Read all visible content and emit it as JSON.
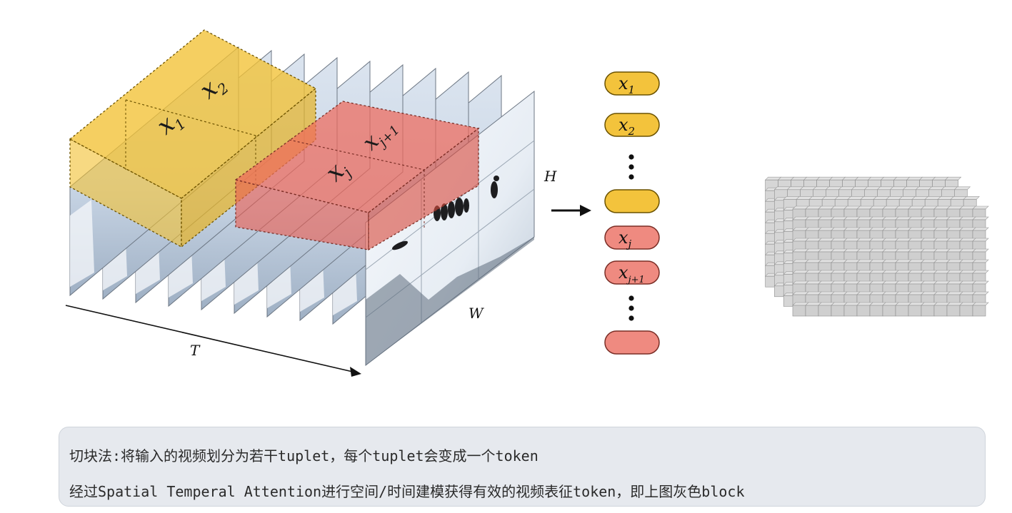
{
  "diagram": {
    "axis_labels": {
      "time": "T",
      "height": "H",
      "width": "W"
    },
    "tuplets": {
      "yellow": [
        {
          "base": "x",
          "sub": "1"
        },
        {
          "base": "x",
          "sub": "2"
        }
      ],
      "red": [
        {
          "base": "x",
          "sub": "j"
        },
        {
          "base": "x",
          "sub": "j+1"
        }
      ]
    },
    "token_sequence": [
      {
        "color": "yellow",
        "base": "x",
        "sub": "1"
      },
      {
        "color": "yellow",
        "base": "x",
        "sub": "2"
      },
      {
        "kind": "ellipsis"
      },
      {
        "color": "yellow",
        "base": "",
        "sub": ""
      },
      {
        "color": "red",
        "base": "x",
        "sub": "j"
      },
      {
        "color": "red",
        "base": "x",
        "sub": "j+1"
      },
      {
        "kind": "ellipsis"
      },
      {
        "color": "red",
        "base": "",
        "sub": ""
      }
    ],
    "colors": {
      "yellow_fill": "#f3c33c",
      "yellow_stroke": "#6b5200",
      "red_fill": "#ef8a80",
      "red_stroke": "#7a2e26",
      "grey_block": "#c8c8c8",
      "frame_sky": "#dfe7f1",
      "frame_snow": "#f4f6f9"
    },
    "icons": [
      "right-arrow-icon"
    ]
  },
  "caption": {
    "line1": "切块法:将输入的视频划分为若干tuplet，每个tuplet会变成一个token",
    "line2": "经过Spatial Temperal Attention进行空间/时间建模获得有效的视频表征token，即上图灰色block"
  }
}
